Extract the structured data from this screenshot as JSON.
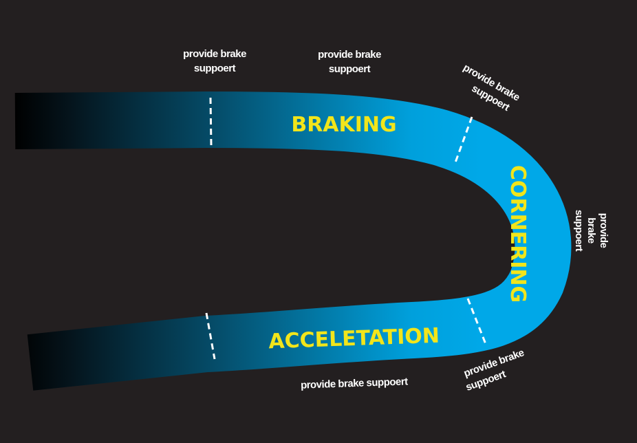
{
  "colors": {
    "background": "#231f20",
    "track_start": "#000000",
    "track_end": "#00a8e8",
    "label": "#f2e51b",
    "note": "#ffffff"
  },
  "segments": {
    "braking": "BRAKING",
    "cornering": "CORNERING",
    "acceleration": "ACCELETATION"
  },
  "notes": [
    {
      "line1": "provide brake",
      "line2": "suppoert"
    },
    {
      "line1": "provide brake",
      "line2": "suppoert"
    },
    {
      "line1": "provide brake",
      "line2": "suppoert"
    },
    {
      "line1": "provide",
      "line2": "brake",
      "line3": "suppoert"
    },
    {
      "line1": "provide brake suppoert"
    },
    {
      "line1": "provide brake",
      "line2": "suppoert"
    }
  ]
}
